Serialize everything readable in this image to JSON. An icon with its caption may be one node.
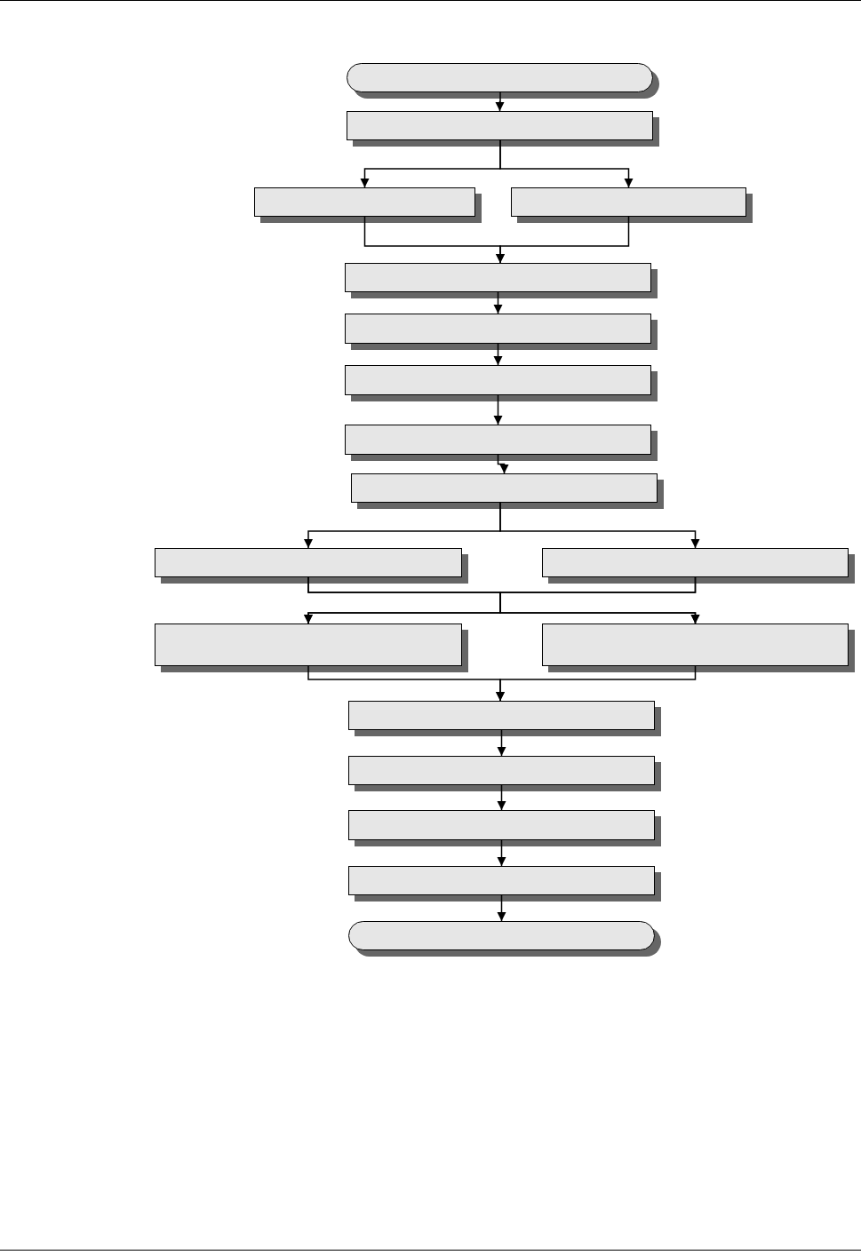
{
  "diagram": {
    "nodes": [
      {
        "text": [],
        "shape": "terminal"
      },
      {
        "text": [],
        "shape": "box"
      },
      {
        "text": [],
        "shape": "box"
      },
      {
        "text": [],
        "shape": "box"
      },
      {
        "text": [],
        "shape": "box"
      },
      {
        "text": [],
        "shape": "box"
      },
      {
        "text": [],
        "shape": "box"
      },
      {
        "text": [],
        "shape": "box"
      },
      {
        "text": [],
        "shape": "box"
      },
      {
        "text": [],
        "shape": "box"
      },
      {
        "text": [],
        "shape": "box"
      },
      {
        "text": [],
        "shape": "box"
      },
      {
        "text": [],
        "shape": "box"
      },
      {
        "text": [],
        "shape": "box"
      },
      {
        "text": [],
        "shape": "box"
      },
      {
        "text": [],
        "shape": "box"
      },
      {
        "text": [],
        "shape": "box"
      },
      {
        "text": [],
        "shape": "terminal"
      }
    ],
    "edges": [
      {
        "from": 0,
        "to": 1,
        "arrow": "to"
      },
      {
        "from": 1,
        "to": 2,
        "arrow": "to"
      },
      {
        "from": 1,
        "to": 3,
        "arrow": "to"
      },
      {
        "from": 2,
        "to": 4,
        "arrow": "to"
      },
      {
        "from": 3,
        "to": 4,
        "arrow": "to"
      },
      {
        "from": 4,
        "to": 5,
        "arrow": "to"
      },
      {
        "from": 5,
        "to": 6,
        "arrow": "to"
      },
      {
        "from": 6,
        "to": 7,
        "arrow": "to"
      },
      {
        "from": 7,
        "to": 8,
        "arrow": "to"
      },
      {
        "from": 8,
        "to": 9,
        "arrow": "to"
      },
      {
        "from": 8,
        "to": 10,
        "arrow": "to"
      },
      {
        "from": 9,
        "to": 11,
        "arrow": "to"
      },
      {
        "from": 9,
        "to": 12,
        "arrow": "to"
      },
      {
        "from": 10,
        "to": 11,
        "arrow": "to"
      },
      {
        "from": 10,
        "to": 12,
        "arrow": "to"
      },
      {
        "from": 11,
        "to": 13,
        "arrow": "to"
      },
      {
        "from": 12,
        "to": 13,
        "arrow": "to"
      },
      {
        "from": 13,
        "to": 14,
        "arrow": "to"
      },
      {
        "from": 14,
        "to": 15,
        "arrow": "to"
      },
      {
        "from": 15,
        "to": 16,
        "arrow": "to"
      },
      {
        "from": 16,
        "to": 17,
        "arrow": "to"
      }
    ]
  }
}
